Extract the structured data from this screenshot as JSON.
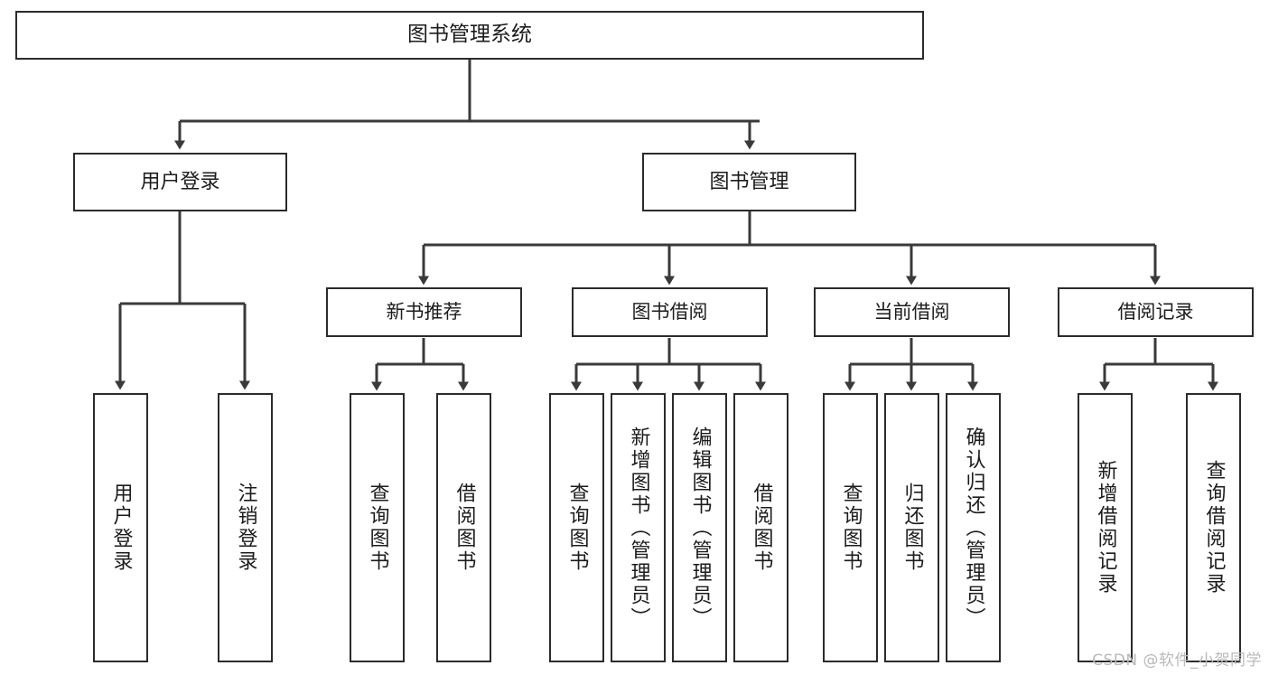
{
  "diagram": {
    "type": "tree-hierarchy-chart",
    "title": "图书管理系统",
    "watermark": "CSDN @软件_小贺同学",
    "colors": {
      "box_border": "#2b2b2b",
      "box_fill": "#ffffff",
      "connector": "#3a3a3a",
      "text": "#1c1c1c",
      "watermark": "#b9b9b9",
      "background": "#ffffff"
    },
    "root": {
      "label": "图书管理系统"
    },
    "level1": [
      {
        "id": "user-login",
        "label": "用户登录"
      },
      {
        "id": "book-manage",
        "label": "图书管理"
      }
    ],
    "level2": [
      {
        "id": "new-book",
        "label": "新书推荐",
        "parent": "book-manage"
      },
      {
        "id": "borrow",
        "label": "图书借阅",
        "parent": "book-manage"
      },
      {
        "id": "current",
        "label": "当前借阅",
        "parent": "book-manage"
      },
      {
        "id": "records",
        "label": "借阅记录",
        "parent": "book-manage"
      }
    ],
    "leaves": [
      {
        "id": "leaf-user-login",
        "label": "用户登录",
        "parent": "user-login"
      },
      {
        "id": "leaf-user-logout",
        "label": "注销登录",
        "parent": "user-login"
      },
      {
        "id": "leaf-nb-query",
        "label": "查询图书",
        "parent": "new-book"
      },
      {
        "id": "leaf-nb-borrow",
        "label": "借阅图书",
        "parent": "new-book"
      },
      {
        "id": "leaf-bw-query",
        "label": "查询图书",
        "parent": "borrow"
      },
      {
        "id": "leaf-bw-add",
        "label": "新增图书（管理员）",
        "parent": "borrow"
      },
      {
        "id": "leaf-bw-edit",
        "label": "编辑图书（管理员）",
        "parent": "borrow"
      },
      {
        "id": "leaf-bw-borrow",
        "label": "借阅图书",
        "parent": "borrow"
      },
      {
        "id": "leaf-cb-query",
        "label": "查询图书",
        "parent": "current"
      },
      {
        "id": "leaf-cb-return",
        "label": "归还图书",
        "parent": "current"
      },
      {
        "id": "leaf-cb-confirm",
        "label": "确认归还（管理员）",
        "parent": "current"
      },
      {
        "id": "leaf-rc-add",
        "label": "新增借阅记录",
        "parent": "records"
      },
      {
        "id": "leaf-rc-query",
        "label": "查询借阅记录",
        "parent": "records"
      }
    ]
  }
}
